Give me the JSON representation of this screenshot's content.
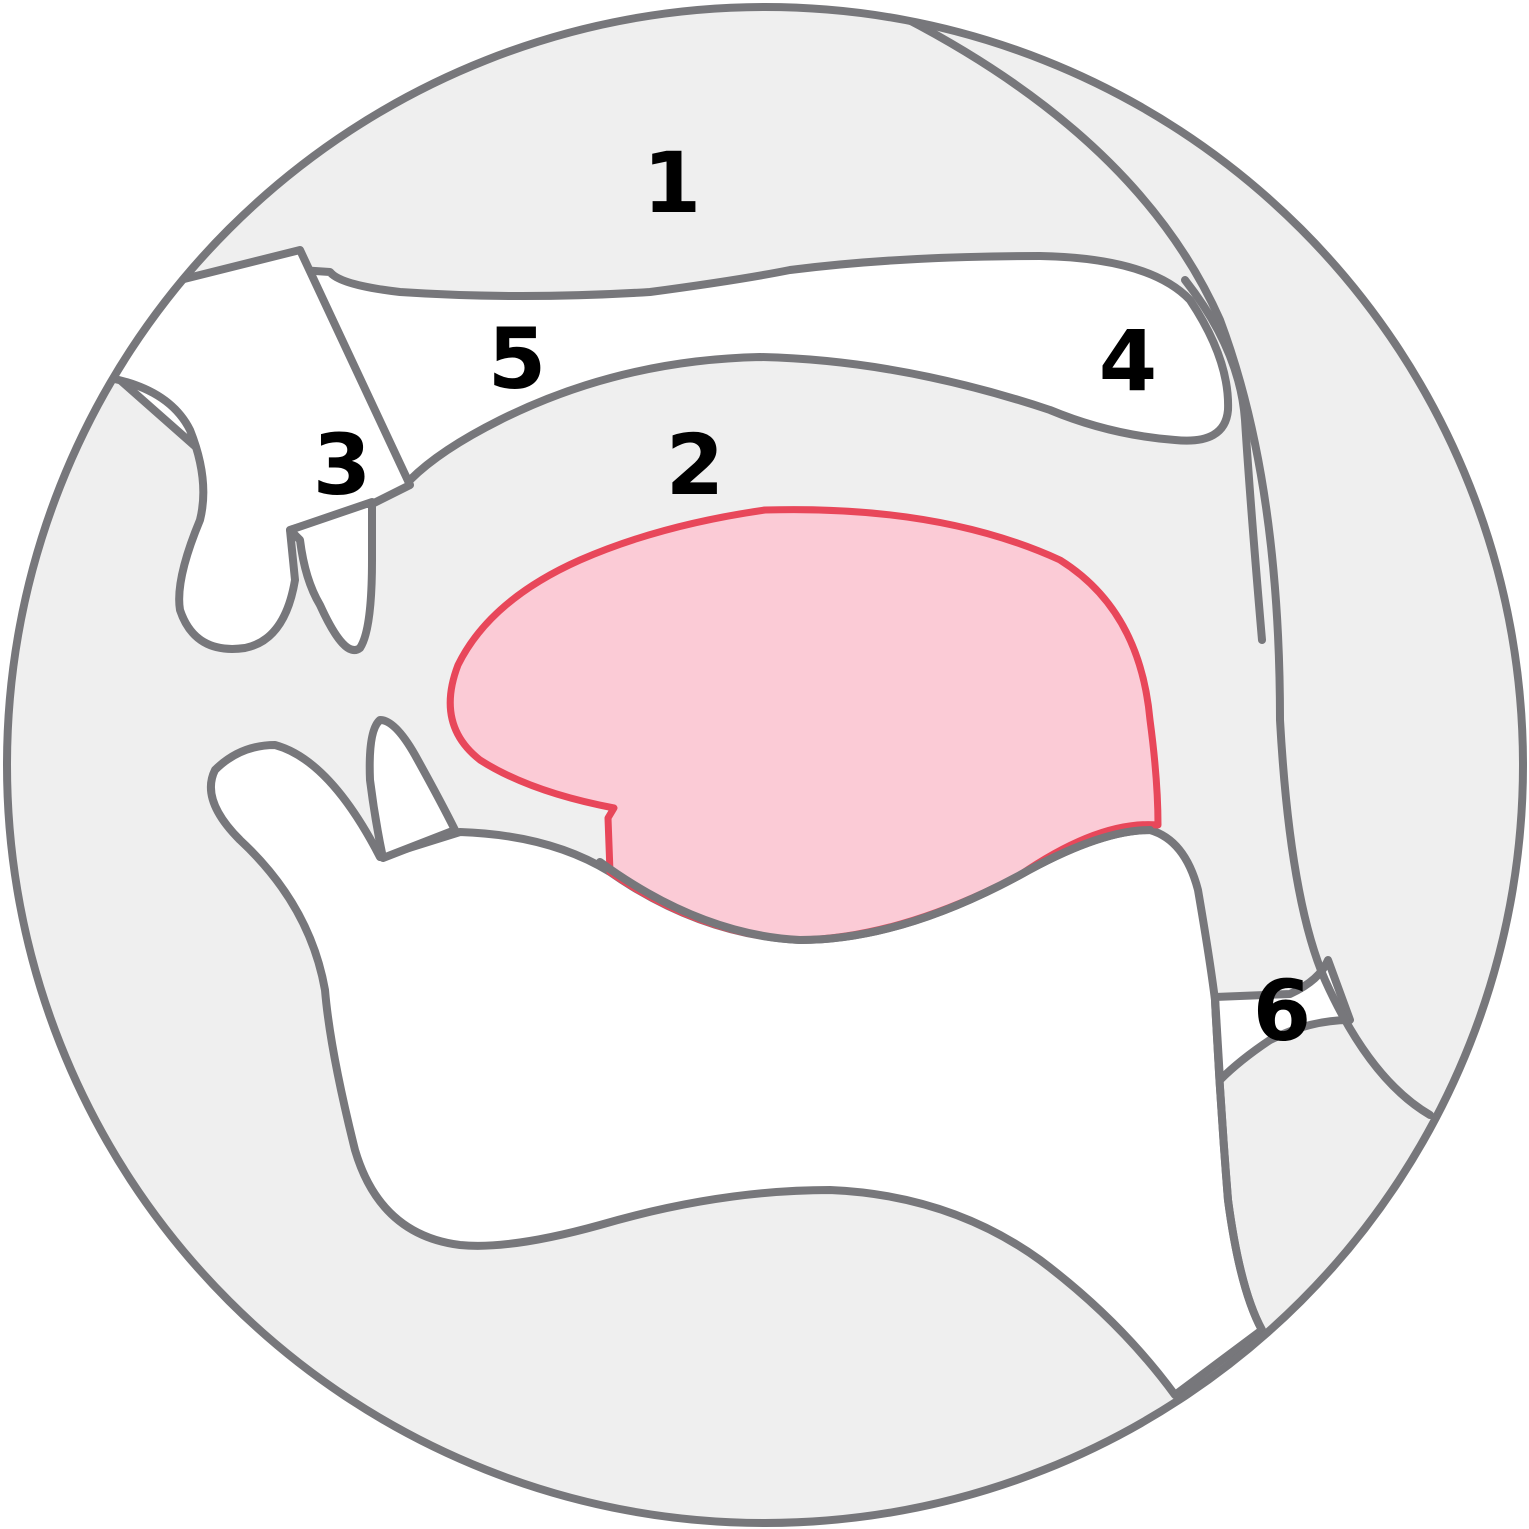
{
  "diagram": {
    "labels": [
      {
        "id": "1",
        "text": "1"
      },
      {
        "id": "2",
        "text": "2"
      },
      {
        "id": "3",
        "text": "3"
      },
      {
        "id": "4",
        "text": "4"
      },
      {
        "id": "5",
        "text": "5"
      },
      {
        "id": "6",
        "text": "6"
      }
    ],
    "colors": {
      "outline": "#77777b",
      "background_tissue": "#efefef",
      "cavity": "#ffffff",
      "highlight_fill": "#fbcbd6",
      "highlight_stroke": "#e8475a",
      "label_text": "#000000"
    }
  }
}
